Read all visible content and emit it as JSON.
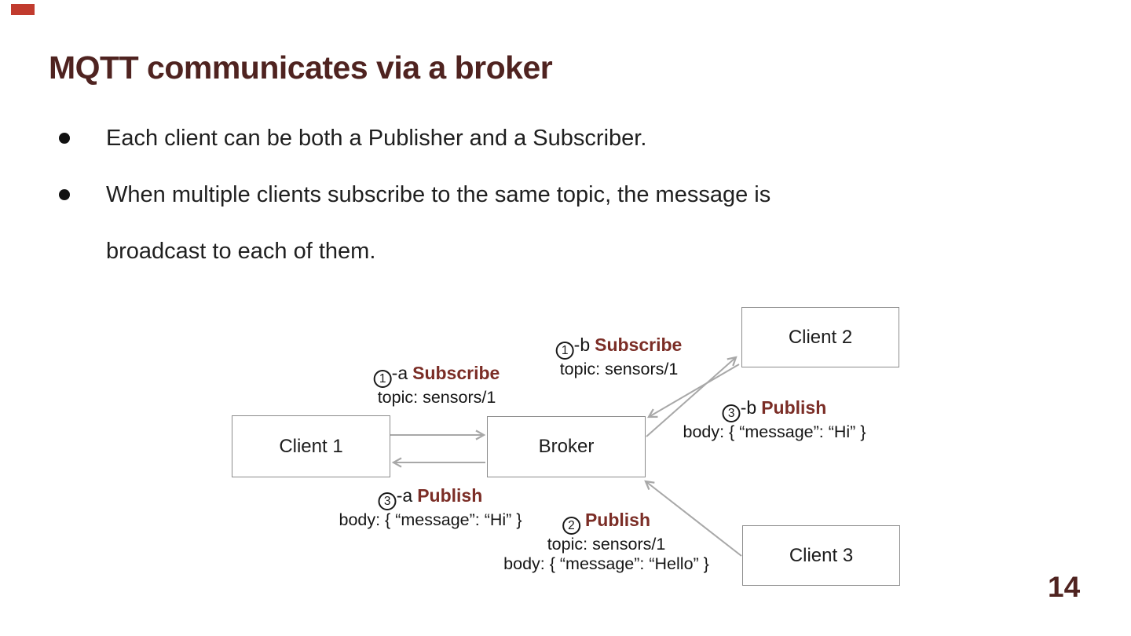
{
  "title": "MQTT communicates via a broker",
  "bullets": {
    "item1": "Each client can be both a Publisher and a Subscriber.",
    "item2_line1": "When multiple clients subscribe to the same topic, the message is",
    "item2_line2": "broadcast to each of them."
  },
  "page_number": "14",
  "colors": {
    "title_maroon": "#4f2320",
    "action_maroon": "#7b2d26",
    "accent_red": "#c13b2e",
    "arrow_gray": "#a8a8a8",
    "box_border_gray": "#8c8c8c",
    "text_black": "#1c1c1c"
  },
  "diagram": {
    "boxes": {
      "client1": "Client 1",
      "broker": "Broker",
      "client2": "Client 2",
      "client3": "Client 3"
    },
    "labels": [
      {
        "num": "1",
        "suffix": "-a",
        "action": "Subscribe",
        "line2": "topic: sensors/1"
      },
      {
        "num": "1",
        "suffix": "-b",
        "action": "Subscribe",
        "line2": "topic: sensors/1"
      },
      {
        "num": "3",
        "suffix": "-b",
        "action": "Publish",
        "line2": "body: { “message”: “Hi” }"
      },
      {
        "num": "3",
        "suffix": "-a",
        "action": "Publish",
        "line2": "body: { “message”: “Hi” }"
      },
      {
        "num": "2",
        "suffix": "",
        "action": "Publish",
        "line2": "topic: sensors/1",
        "line3": "body: { “message”: “Hello” }"
      }
    ]
  }
}
